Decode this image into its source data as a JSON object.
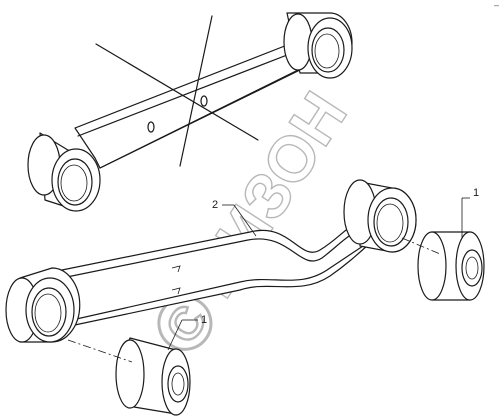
{
  "diagram": {
    "callouts": [
      {
        "label": "1"
      },
      {
        "label": "1"
      },
      {
        "label": "2"
      }
    ]
  },
  "watermark": {
    "text": "БИЗОН",
    "color": "#b8b8b8"
  },
  "corner_mark": "–",
  "colors": {
    "ink": "#1a1a1a",
    "background": "#ffffff"
  }
}
